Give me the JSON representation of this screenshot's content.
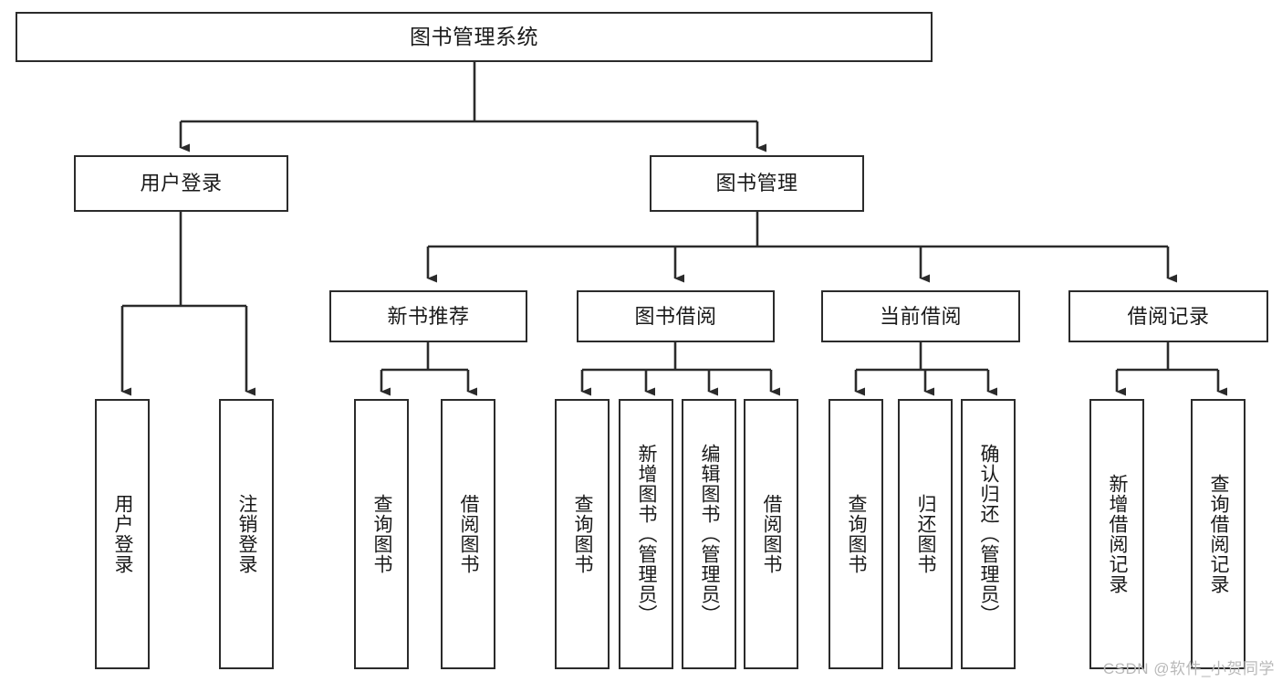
{
  "diagram": {
    "title": "图书管理系统",
    "type": "tree-hierarchy",
    "watermark": "CSDN @软件_小贺同学",
    "colors": {
      "background": "#ffffff",
      "box_border": "#2b2b2b",
      "box_fill": "#ffffff",
      "connector": "#2b2b2b",
      "text": "#1a1a1a",
      "watermark": "#b9b9b9"
    },
    "nodes": {
      "root": {
        "label": "图书管理系统"
      },
      "level2": [
        {
          "id": "user-login",
          "label": "用户登录"
        },
        {
          "id": "book-manage",
          "label": "图书管理"
        }
      ],
      "level3": [
        {
          "id": "new-book-recommend",
          "label": "新书推荐"
        },
        {
          "id": "book-borrow",
          "label": "图书借阅"
        },
        {
          "id": "current-borrow",
          "label": "当前借阅"
        },
        {
          "id": "borrow-record",
          "label": "借阅记录"
        }
      ],
      "leaves": [
        {
          "id": "leaf-user-login",
          "parent": "user-login",
          "label": "用户登录"
        },
        {
          "id": "leaf-logout",
          "parent": "user-login",
          "label": "注销登录"
        },
        {
          "id": "leaf-query-book-1",
          "parent": "new-book-recommend",
          "label": "查询图书"
        },
        {
          "id": "leaf-borrow-book-1",
          "parent": "new-book-recommend",
          "label": "借阅图书"
        },
        {
          "id": "leaf-query-book-2",
          "parent": "book-borrow",
          "label": "查询图书"
        },
        {
          "id": "leaf-add-book",
          "parent": "book-borrow",
          "label": "新增图书（管理员）"
        },
        {
          "id": "leaf-edit-book",
          "parent": "book-borrow",
          "label": "编辑图书（管理员）"
        },
        {
          "id": "leaf-borrow-book-2",
          "parent": "book-borrow",
          "label": "借阅图书"
        },
        {
          "id": "leaf-query-book-3",
          "parent": "current-borrow",
          "label": "查询图书"
        },
        {
          "id": "leaf-return-book",
          "parent": "current-borrow",
          "label": "归还图书"
        },
        {
          "id": "leaf-confirm-return",
          "parent": "current-borrow",
          "label": "确认归还（管理员）"
        },
        {
          "id": "leaf-add-record",
          "parent": "borrow-record",
          "label": "新增借阅记录"
        },
        {
          "id": "leaf-query-record",
          "parent": "borrow-record",
          "label": "查询借阅记录"
        }
      ]
    }
  }
}
